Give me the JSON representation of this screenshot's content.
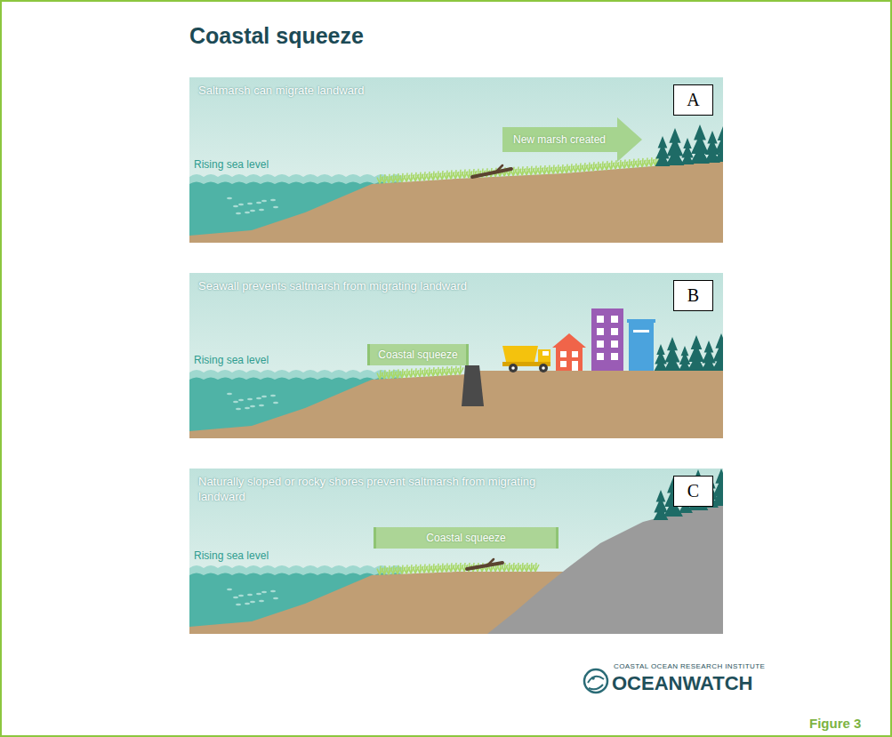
{
  "diagram": {
    "title": "Coastal squeeze",
    "caption": "Figure 3",
    "nodes": [
      {
        "text": [
          "Saltmarsh can migrate landward"
        ]
      },
      {
        "text": [
          "A"
        ],
        "in": 0
      },
      {
        "text": [
          "New marsh created"
        ],
        "in": 0
      },
      {
        "text": [
          "Seawall prevents saltmarsh from migrating landward"
        ]
      },
      {
        "text": [
          "B"
        ],
        "in": 3
      },
      {
        "text": [
          "Coastal squeeze"
        ],
        "in": 3
      },
      {
        "text": [
          "Naturally sloped or rocky shores prevent saltmarsh from migrating landward"
        ]
      },
      {
        "text": [
          "C"
        ],
        "in": 6
      },
      {
        "text": [
          "Coastal squeeze"
        ],
        "in": 6
      }
    ],
    "labels": [
      "Rising sea level",
      "Rising sea level",
      "Rising sea level",
      "COASTAL OCEAN RESEARCH INSTITUTE",
      "OCEANWATCH"
    ]
  }
}
